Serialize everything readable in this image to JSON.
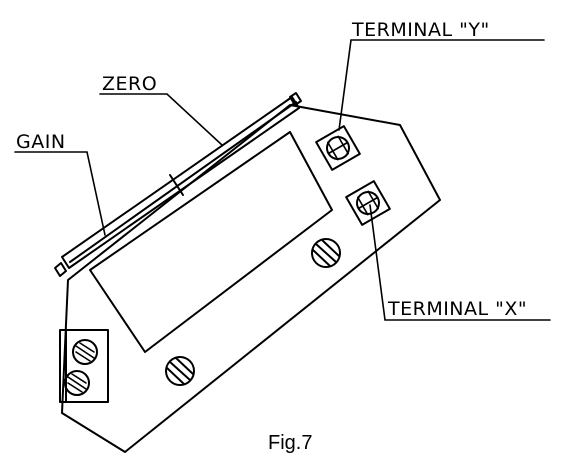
{
  "labels": {
    "gain": "GAIN",
    "zero": "ZERO",
    "terminal_y": "TERMINAL \"Y\"",
    "terminal_x": "TERMINAL \"X\""
  },
  "caption": "Fig.7",
  "colors": {
    "line": "#000000",
    "background": "#ffffff"
  }
}
